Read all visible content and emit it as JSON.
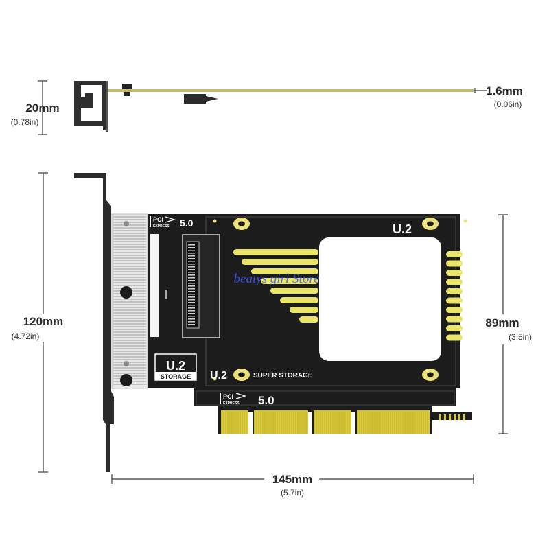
{
  "dimensions": {
    "thickness": {
      "value": "20mm",
      "imperial": "(0.78in)"
    },
    "board": {
      "value": "1.6mm",
      "imperial": "(0.06in)"
    },
    "height": {
      "value": "120mm",
      "imperial": "(4.72in)"
    },
    "card_height": {
      "value": "89mm",
      "imperial": "(3.5in)"
    },
    "length": {
      "value": "145mm",
      "imperial": "(5.7in)"
    }
  },
  "board_labels": {
    "pci_top": "PCI",
    "express_top": "EXPRESS",
    "version_top": "5.0",
    "u2_top": "U.2",
    "u2_badge": "U.2",
    "storage_badge": "STORAGE",
    "u2_bottom": "U.2",
    "super_storage": "SUPER STORAGE",
    "pci_edge": "PCI",
    "express_edge": "EXPRESS",
    "version_edge": "5.0"
  },
  "watermark": "beatys girl Store",
  "colors": {
    "pcb": "#1c1c1c",
    "gold": "#e9e46a",
    "contacts": "#d8c93a",
    "bracket": "#2a2a2a",
    "dim_line": "#3a3a3a"
  }
}
